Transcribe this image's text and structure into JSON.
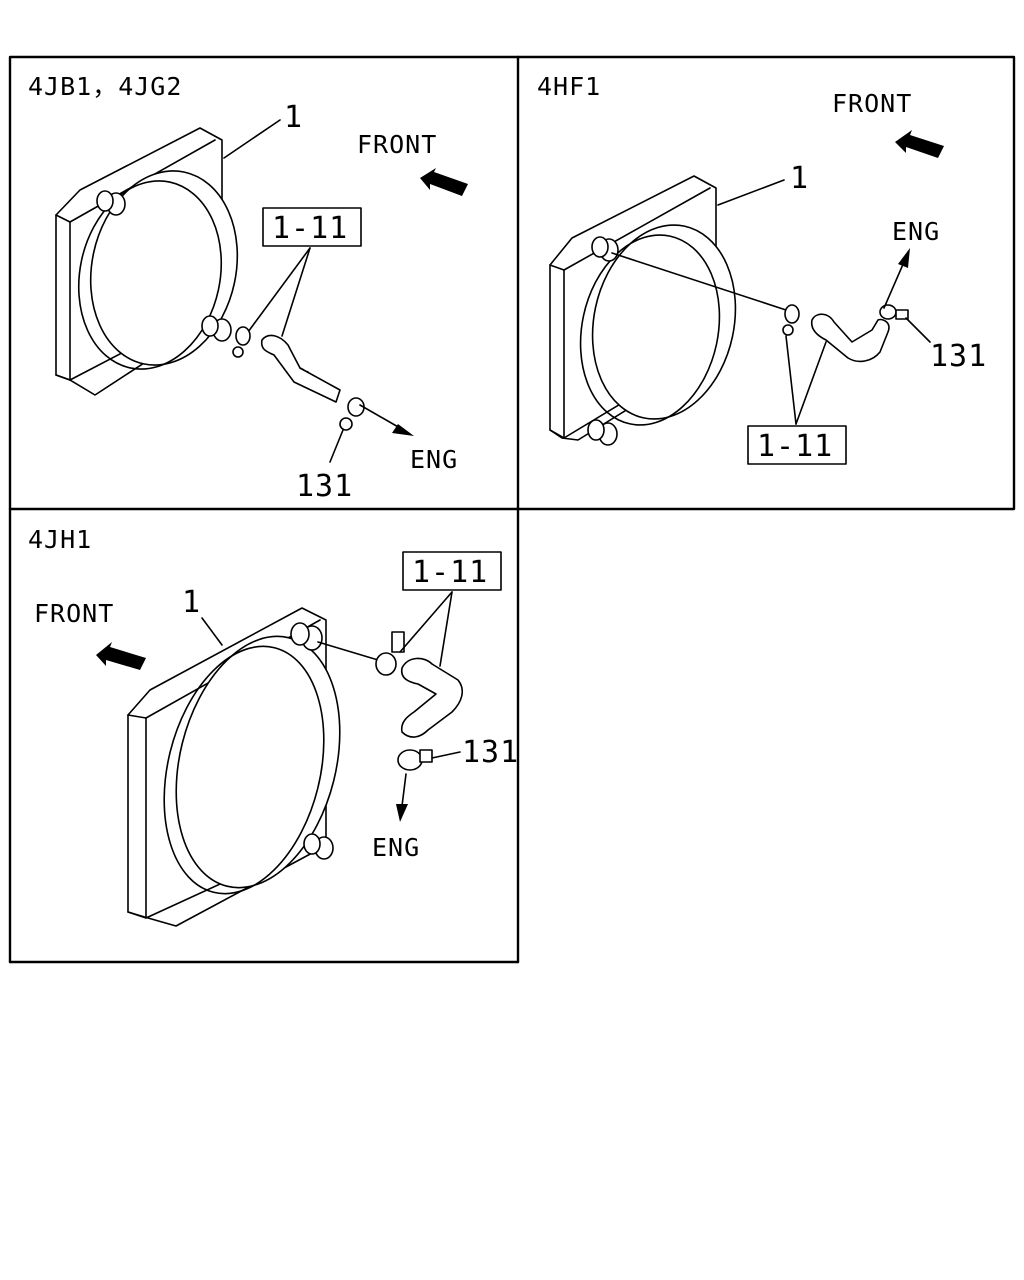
{
  "panels": [
    {
      "engine_label": "4JB1，4JG2",
      "front_label": "FRONT",
      "eng_label": "ENG",
      "part_1": "1",
      "part_group": "1-11",
      "part_131": "131"
    },
    {
      "engine_label": "4HF1",
      "front_label": "FRONT",
      "eng_label": "ENG",
      "part_1": "1",
      "part_group": "1-11",
      "part_131": "131"
    },
    {
      "engine_label": "4JH1",
      "front_label": "FRONT",
      "eng_label": "ENG",
      "part_1": "1",
      "part_group": "1-11",
      "part_131": "131"
    }
  ]
}
